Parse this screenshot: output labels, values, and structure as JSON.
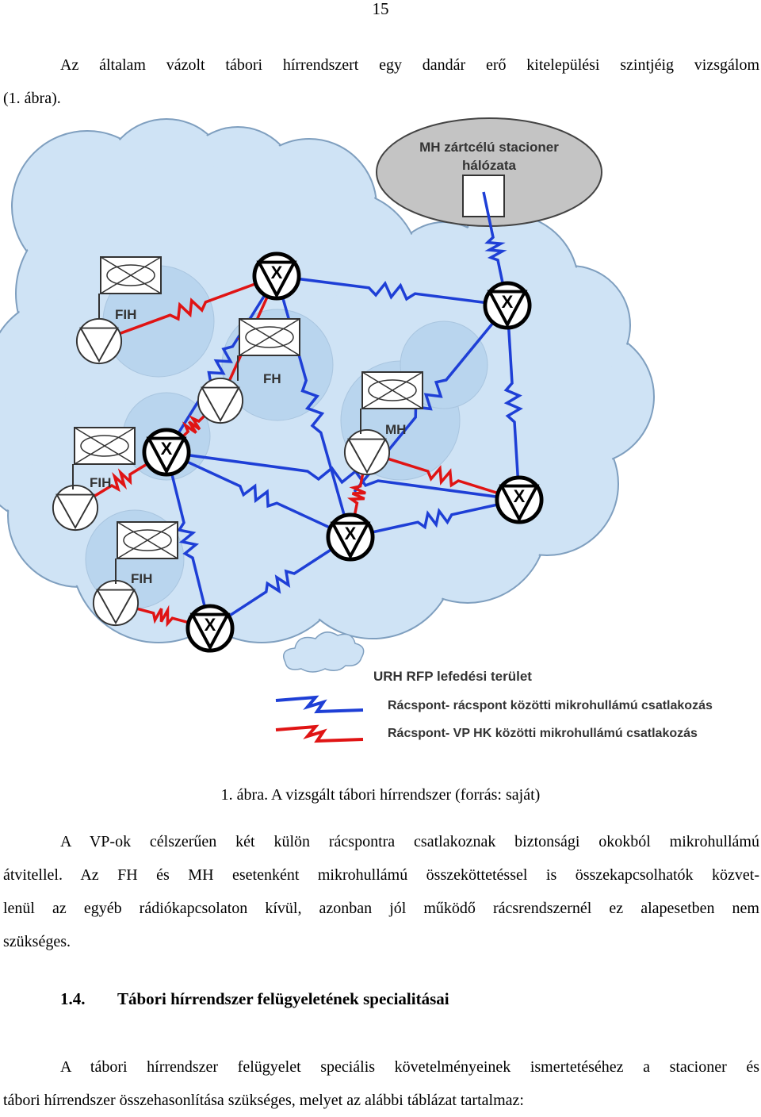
{
  "page_number": "15",
  "intro": {
    "line1": "Az általam vázolt tábori hírrendszert egy dandár erő kitelepülési szintjéig vizsgálom",
    "line2": "(1. ábra)."
  },
  "figure": {
    "stationary_network_label_1": "MH zártcélú stacioner",
    "stationary_network_label_2": "hálózata",
    "node_mark": "X",
    "vp_labels": [
      "FIH",
      "FH",
      "MH",
      "FIH",
      "FIH"
    ],
    "legend": {
      "coverage": "URH RFP lefedési terület",
      "node_to_node": "Rácspont- rácspont közötti mikrohullámú csatlakozás",
      "node_to_vp": "Rácspont- VP HK közötti mikrohullámú csatlakozás"
    },
    "colors": {
      "cloud_fill": "#cfe3f5",
      "cloud_stroke": "#7f9fbf",
      "inner_fill": "#b9d5ee",
      "link_node_node": "#1e3fd6",
      "link_node_vp": "#e01414",
      "stationary_fill": "#c4c4c4"
    }
  },
  "caption": "1. ábra. A vizsgált tábori hírrendszer (forrás: saját)",
  "para2": {
    "line1": "A VP-ok célszerűen két külön rácspontra csatlakoznak biztonsági okokból mikrohullámú",
    "line2": "átvitellel. Az FH és MH esetenként mikrohullámú összeköttetéssel is összekapcsolhatók közvet-",
    "line3": "lenül az egyéb rádiókapcsolaton kívül, azonban jól működő rácsrendszernél ez alapesetben nem",
    "line4": "szükséges."
  },
  "heading": {
    "number": "1.4.",
    "title": "Tábori hírrendszer felügyeletének specialitásai"
  },
  "para3": {
    "line1": "A tábori hírrendszer felügyelet speciális követelményeinek ismertetéséhez a stacioner és",
    "line2": "tábori hírrendszer összehasonlítása szükséges, melyet az alábbi táblázat tartalmaz:"
  }
}
